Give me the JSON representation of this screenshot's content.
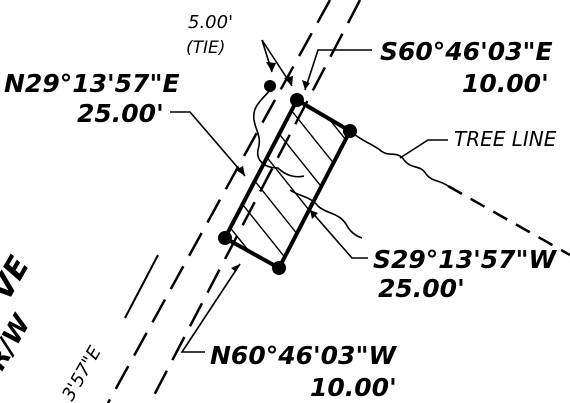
{
  "tie": {
    "distance": "5.00'",
    "note": "(TIE)"
  },
  "calls": {
    "northeast_bearing": "N29°13'57\"E",
    "northeast_distance": "25.00'",
    "southeast_bearing": "S60°46'03\"E",
    "southeast_distance": "10.00'",
    "southwest_bearing": "S29°13'57\"W",
    "southwest_distance": "25.00'",
    "northwest_bearing": "N60°46'03\"W",
    "northwest_distance": "10.00'"
  },
  "tree_line_label": "TREE LINE",
  "road": {
    "name_partial_1": "VE",
    "name_partial_2": "R/W",
    "bearing_partial": "3'57\"E"
  }
}
